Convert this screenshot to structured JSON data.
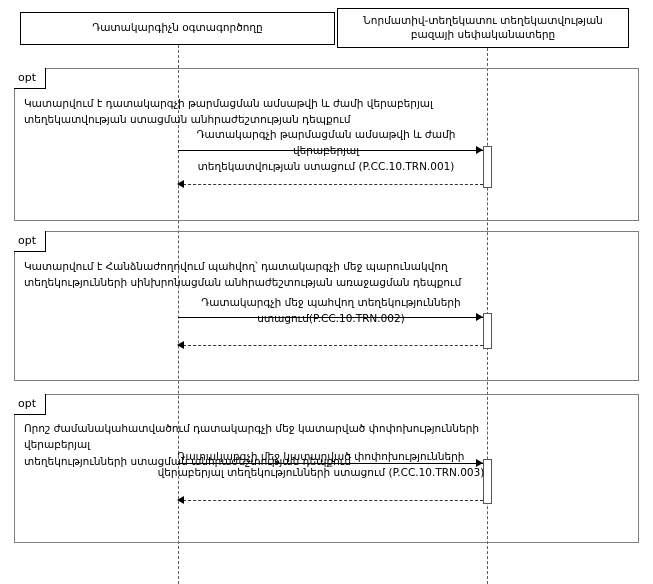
{
  "diagram": {
    "type": "uml-sequence-diagram",
    "participants": [
      {
        "name": "user-actor",
        "label": "Դատակարգիչն օգտագործողը"
      },
      {
        "name": "reference-data-owner",
        "label": "Նորմատիվ-տեղեկատու տեղեկատվության բազայի սեփականատերը"
      }
    ],
    "fragments": [
      {
        "operator": "opt",
        "condition": "Կատարվում է դատակարգչի թարմացման ամսաթվի և ժամի վերաբերյալ\nտեղեկատվության ստացման անհրաժեշտության դեպքում",
        "message": "Դատակարգչի թարմացման ամսաթվի և ժամի վերաբերյալ\nտեղեկատվության ստացում (P.CC.10.TRN.001)",
        "message_id": "P.CC.10.TRN.001"
      },
      {
        "operator": "opt",
        "condition": "Կատարվում է Հանձնաժողովում պահվող՝ դատակարգչի մեջ պարունակվող\nտեղեկությունների սինխրոնացման անհրաժեշտության առաջացման դեպքում",
        "message": "Դատակարգչի մեջ պահվող տեղեկությունների\nստացում(P.CC.10.TRN.002)",
        "message_id": "P.CC.10.TRN.002"
      },
      {
        "operator": "opt",
        "condition": "Որոշ ժամանակահատվածում դատակարգչի մեջ կատարված փոփոխությունների վերաբերյալ\nտեղեկությունների ստացման անհրաժեշտության դեպքում",
        "message": "Դատակարգչի մեջ կատարված փոփոխությունների\nվերաբերյալ տեղեկությունների ստացում (P.CC.10.TRN.003)",
        "message_id": "P.CC.10.TRN.003"
      }
    ],
    "colors": {
      "line": "#000000",
      "fragment_border": "#808080",
      "lifeline": "#5a5a5a",
      "background": "#ffffff"
    }
  }
}
